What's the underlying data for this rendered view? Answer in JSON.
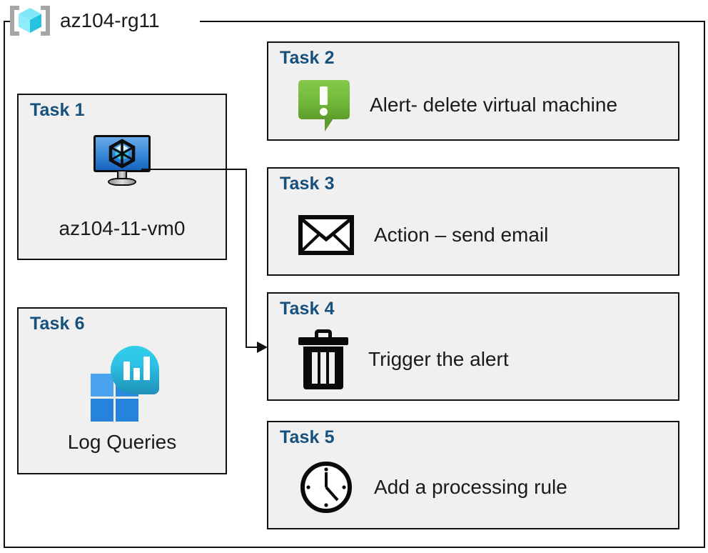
{
  "resource_group": {
    "label": "az104-rg11",
    "icon": "resource-group-cube-icon"
  },
  "colors": {
    "title_blue": "#16507d",
    "card_fill": "#f0f0f0",
    "card_border": "#111111",
    "alert_green": "#72b93b",
    "vm_blue": "#1565c0",
    "log_cyan": "#2bc0e4",
    "rg_cube_cyan": "#49d8f0",
    "text": "#1a1a1a"
  },
  "cards": {
    "task1": {
      "title": "Task 1",
      "label": "az104-11-vm0",
      "icon": "virtual-machine-icon"
    },
    "task2": {
      "title": "Task 2",
      "label": "Alert- delete virtual machine",
      "icon": "alert-callout-icon"
    },
    "task3": {
      "title": "Task 3",
      "label": "Action – send email",
      "icon": "envelope-icon"
    },
    "task4": {
      "title": "Task 4",
      "label": "Trigger the alert",
      "icon": "trash-delete-icon"
    },
    "task5": {
      "title": "Task 5",
      "label": "Add a processing rule",
      "icon": "clock-icon"
    },
    "task6": {
      "title": "Task 6",
      "label": "Log Queries",
      "icon": "log-analytics-icon"
    }
  },
  "connector": {
    "from": "task1-virtual-machine-icon",
    "to": "task4-card",
    "style": "orthogonal-arrow"
  }
}
